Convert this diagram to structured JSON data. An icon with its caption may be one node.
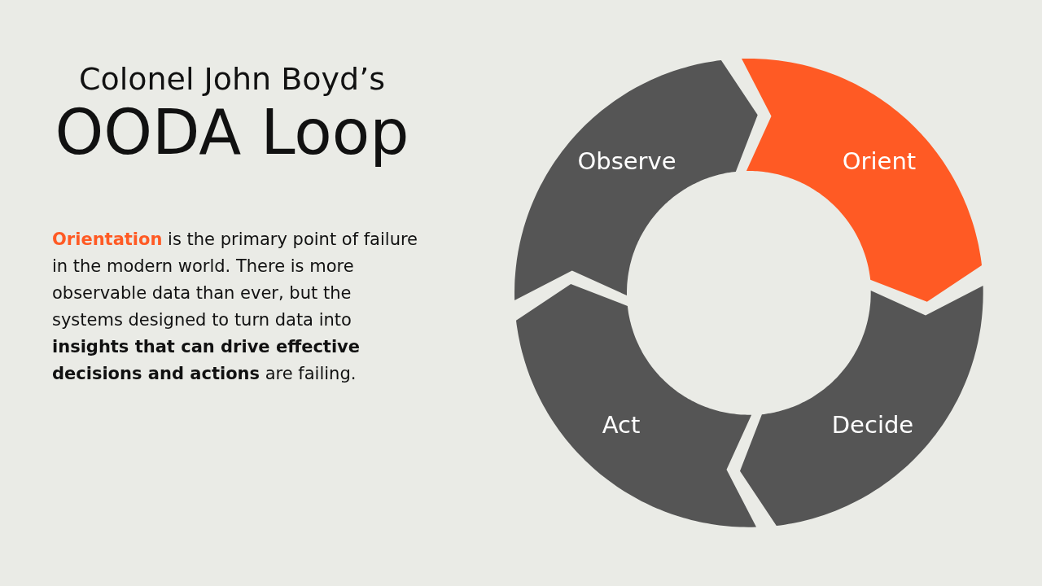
{
  "diagram": {
    "title": "OODA Loop",
    "nodes": [
      {
        "text": [
          "Observe"
        ]
      },
      {
        "text": [
          "Orient"
        ]
      },
      {
        "text": [
          "Decide"
        ]
      },
      {
        "text": [
          "Act"
        ]
      }
    ],
    "labels": [
      "Colonel John Boyd’s",
      "**Orientation** is the primary point of failure in the modern world. There is more observable data than ever, but the systems designed to turn data into **insights that can drive effective decisions and actions** are failing."
    ]
  }
}
